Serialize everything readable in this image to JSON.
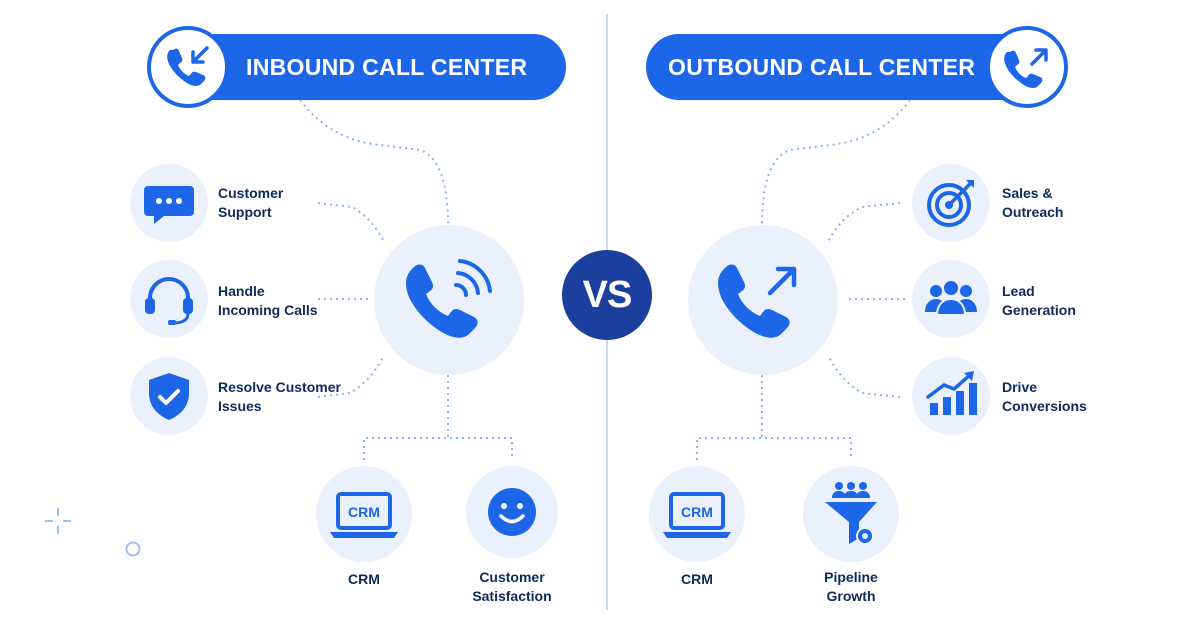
{
  "vs_label": "VS",
  "colors": {
    "primary": "#1e66e8",
    "dark": "#1a3f9c",
    "circle_bg": "#eaf1fc",
    "text": "#0e2a5c"
  },
  "inbound": {
    "title": "INBOUND CALL CENTER",
    "header_icon": "phone-incoming-icon",
    "center_icon": "phone-ringing-icon",
    "features": [
      {
        "icon": "chat-bubble-icon",
        "line1": "Customer",
        "line2": "Support"
      },
      {
        "icon": "headset-icon",
        "line1": "Handle",
        "line2": "Incoming Calls"
      },
      {
        "icon": "shield-check-icon",
        "line1": "Resolve Customer",
        "line2": "Issues"
      }
    ],
    "bottom": [
      {
        "icon": "crm-laptop-icon",
        "icon_text": "CRM",
        "line1": "CRM",
        "line2": ""
      },
      {
        "icon": "smiley-icon",
        "line1": "Customer",
        "line2": "Satisfaction"
      }
    ]
  },
  "outbound": {
    "title": "OUTBOUND CALL CENTER",
    "header_icon": "phone-outgoing-icon",
    "center_icon": "phone-outgoing-icon",
    "features": [
      {
        "icon": "target-icon",
        "line1": "Sales &",
        "line2": "Outreach"
      },
      {
        "icon": "people-group-icon",
        "line1": "Lead",
        "line2": "Generation"
      },
      {
        "icon": "growth-chart-icon",
        "line1": "Drive",
        "line2": "Conversions"
      }
    ],
    "bottom": [
      {
        "icon": "crm-laptop-icon",
        "icon_text": "CRM",
        "line1": "CRM",
        "line2": ""
      },
      {
        "icon": "funnel-gear-icon",
        "line1": "Pipeline",
        "line2": "Growth"
      }
    ]
  }
}
